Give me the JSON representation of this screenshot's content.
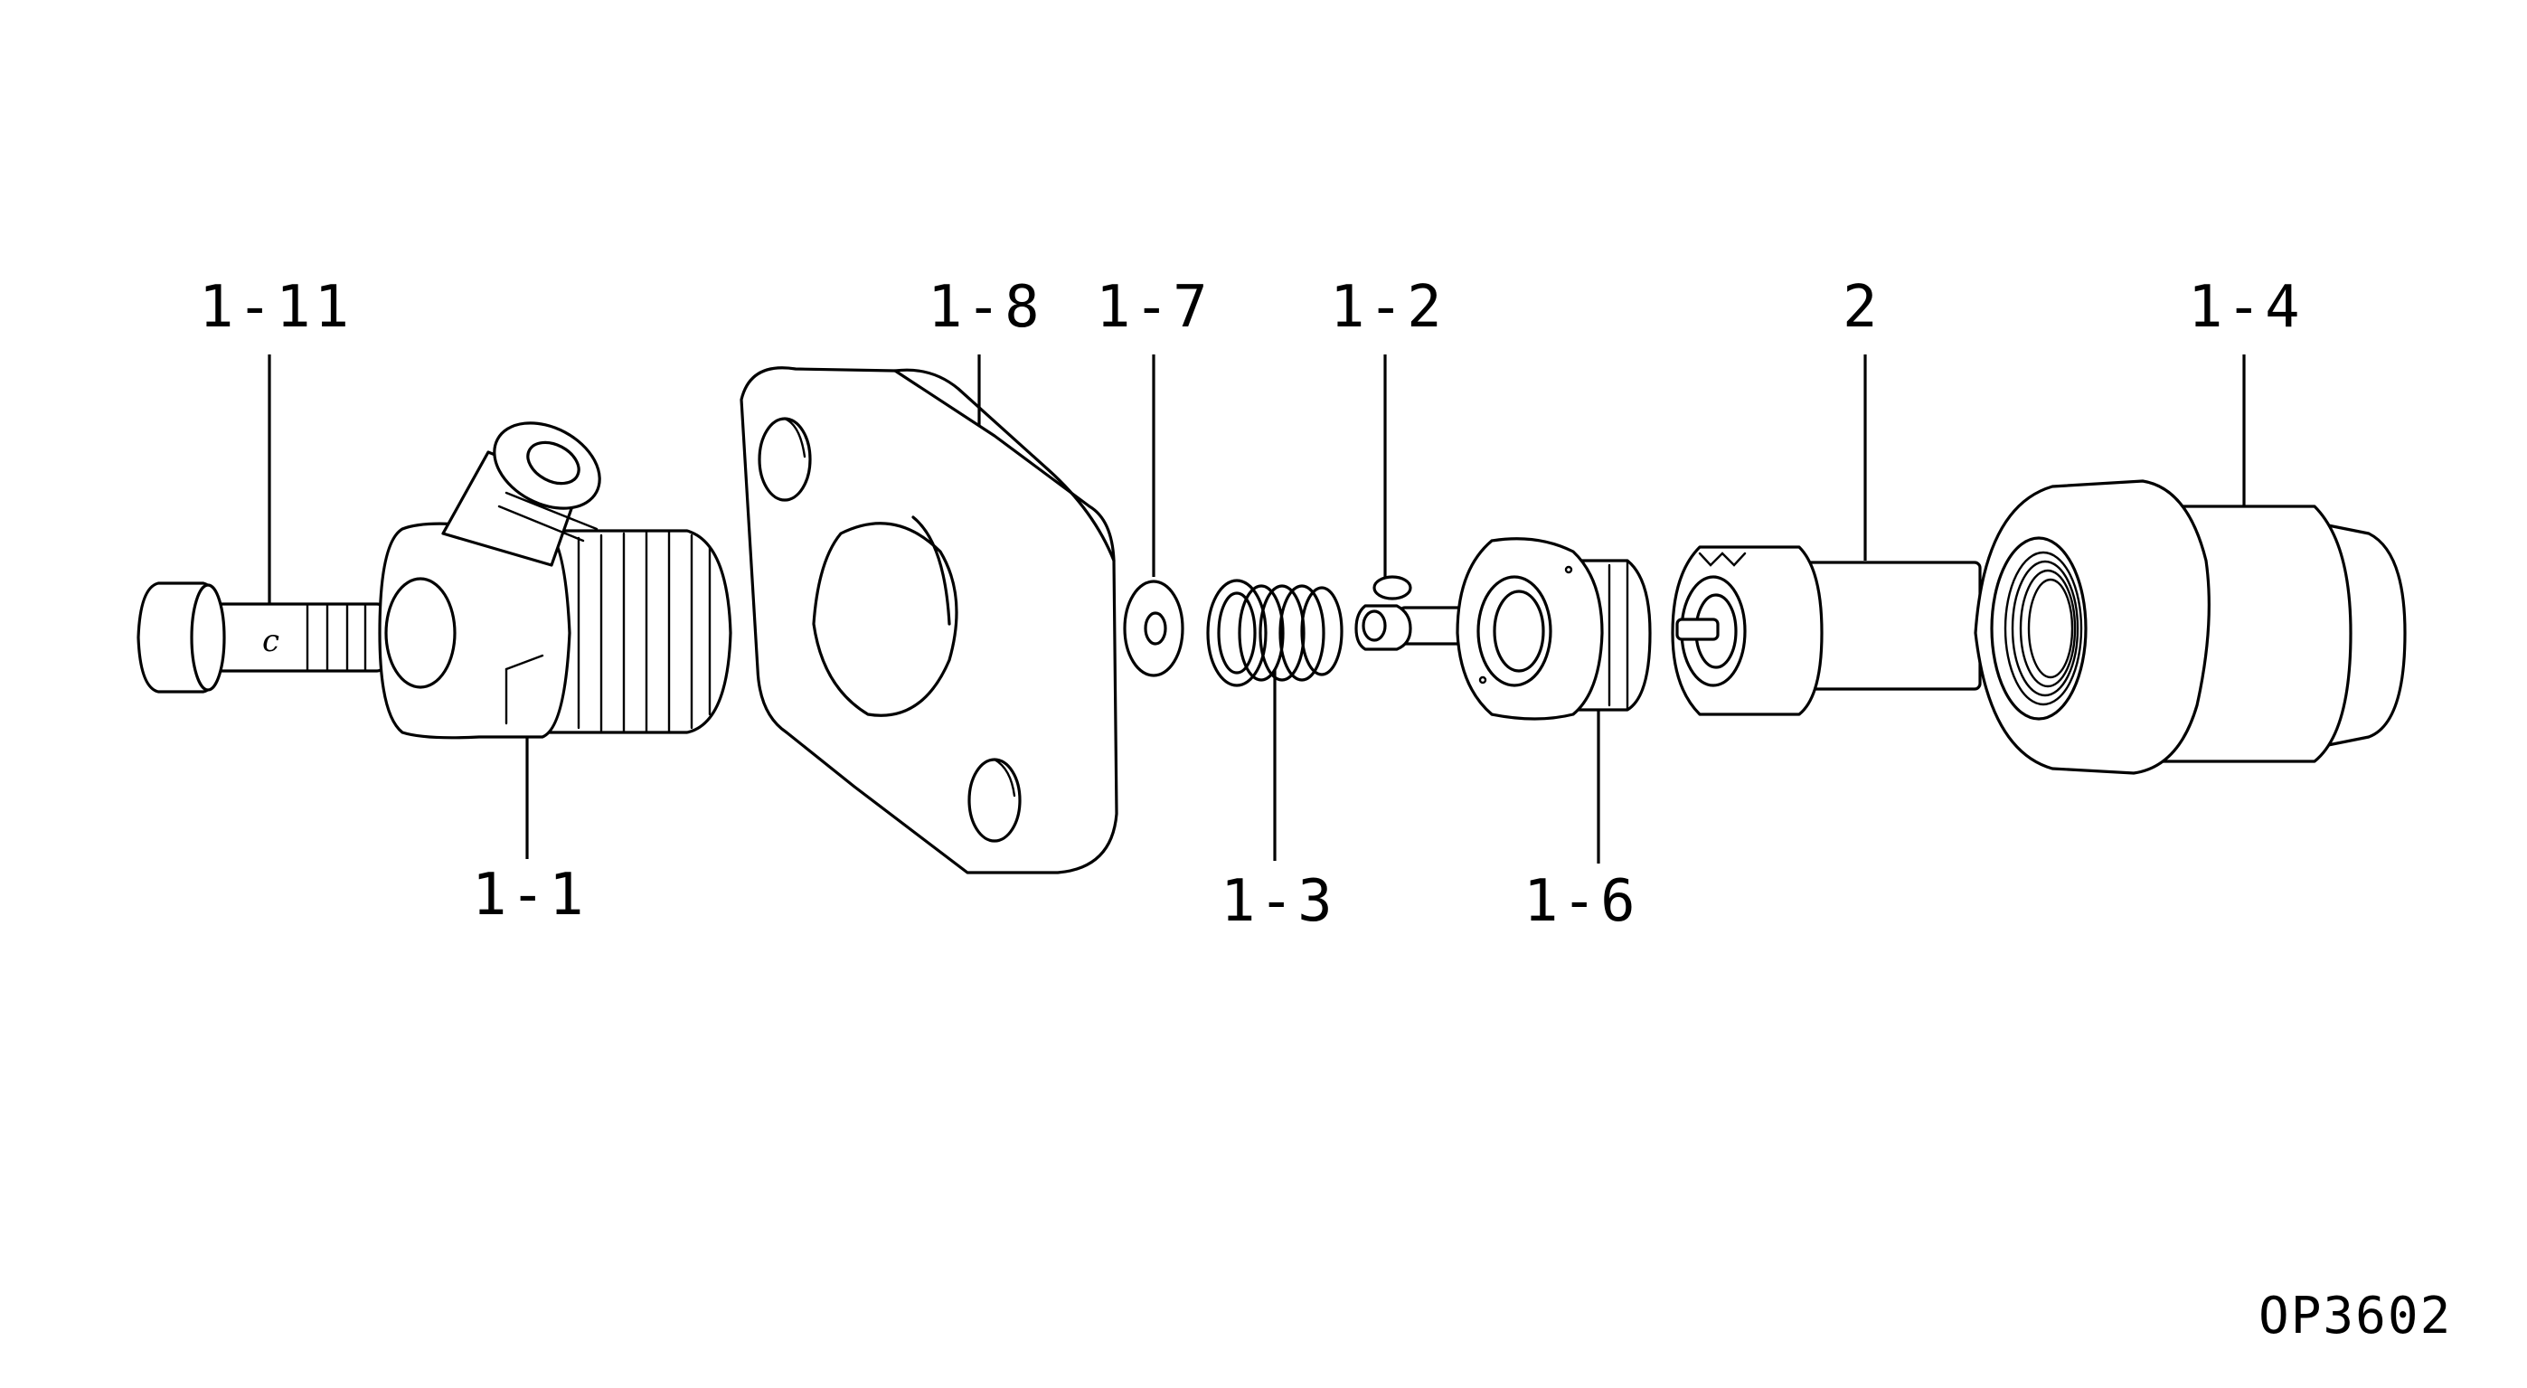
{
  "drawing_code": "OP3602",
  "callouts": {
    "p1_11": "1-11",
    "p1_8": "1-8",
    "p1_7": "1-7",
    "p1_2": "1-2",
    "p2": "2",
    "p1_4": "1-4",
    "p1_1": "1-1",
    "p1_3": "1-3",
    "p1_6": "1-6"
  },
  "part_marks": {
    "bolt_letter": "c"
  }
}
